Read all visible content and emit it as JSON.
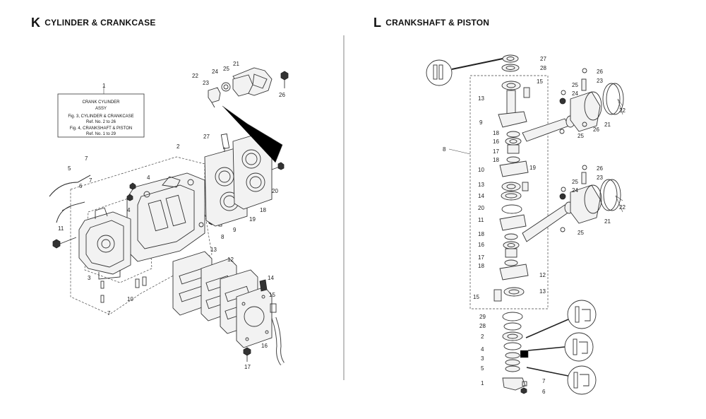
{
  "section_k": {
    "letter": "K",
    "title": "CYLINDER & CRANKCASE",
    "label_box": {
      "line1": "CRANK CYLINDER",
      "line2": "ASSY",
      "line3": "Fig. 3, CYLINDER & CRANKCASE",
      "line4": "Ref. No. 2 to 26",
      "line5": "Fig. 4, CRANKSHAFT & PISTON",
      "line6": "Ref. No. 1 to 29"
    },
    "callouts": [
      "1",
      "2",
      "3",
      "4",
      "4",
      "5",
      "6",
      "7",
      "7",
      "7",
      "8",
      "9",
      "10",
      "11",
      "12",
      "13",
      "14",
      "15",
      "16",
      "17",
      "18",
      "19",
      "20",
      "21",
      "22",
      "23",
      "24",
      "25",
      "26",
      "27"
    ]
  },
  "section_l": {
    "letter": "L",
    "title": "CRANKSHAFT & PISTON",
    "callouts": [
      "27",
      "28",
      "13",
      "15",
      "9",
      "18",
      "16",
      "17",
      "18",
      "10",
      "19",
      "13",
      "14",
      "20",
      "11",
      "18",
      "16",
      "17",
      "18",
      "12",
      "15",
      "13",
      "8",
      "26",
      "23",
      "25",
      "24",
      "22",
      "21",
      "26",
      "25",
      "26",
      "23",
      "25",
      "24",
      "22",
      "21",
      "25",
      "29",
      "28",
      "2",
      "4",
      "3",
      "5",
      "1",
      "7",
      "6"
    ]
  }
}
